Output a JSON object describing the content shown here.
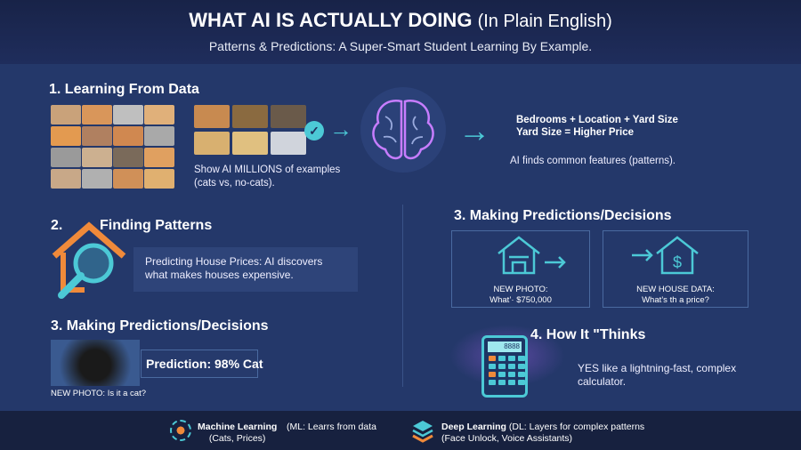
{
  "header": {
    "title": "WHAT AI IS ACTUALLY DOING",
    "title_suffix": "(In Plain English)",
    "subtitle": "Patterns & Predictions: A Super-Smart Student Learning By Example."
  },
  "section1": {
    "heading": "1. Learning From Data",
    "caption": "Show AI MILLIONS of examples (cats vs, no-cats).",
    "features_line1": "Bedrooms + Location + Yard Size",
    "features_line2": "Yard Size = Higher Price",
    "finding": "AI finds common features (patterns)."
  },
  "section2": {
    "heading_num": "2.",
    "heading": "Finding Patterns",
    "text": "Predicting House Prices: AI discovers what makes houses expensive."
  },
  "section3_left": {
    "heading": "3. Making Predictions/Decisions",
    "prediction": "Prediction: 98% Cat",
    "photo_caption": "NEW PHOTO: Is it a cat?"
  },
  "section3_right": {
    "heading": "3. Making Predictions/Decisions",
    "card1_line1": "NEW PHOTO:",
    "card1_line2": "What’· $750,000",
    "card2_line1": "NEW HOUSE DATA:",
    "card2_line2": "What’s th a price?"
  },
  "section4": {
    "heading": "4. How It \"Thinks",
    "text": "YES like a lightning-fast, complex calculator.",
    "calculator_display": "8888"
  },
  "footer": {
    "ml_title": "Machine Learning",
    "ml_sub": "(Cats, Prices)",
    "ml_desc": "(ML: Learrs from data",
    "dl_title": "Deep Learning",
    "dl_desc": "(DL: Layers for complex patterns",
    "dl_sub": "(Face Unlock, Voice Assistants)"
  },
  "colors": {
    "accent": "#4cc9d6",
    "orange": "#f08a3a",
    "brain": "#c77dff",
    "background": "#24386a"
  }
}
